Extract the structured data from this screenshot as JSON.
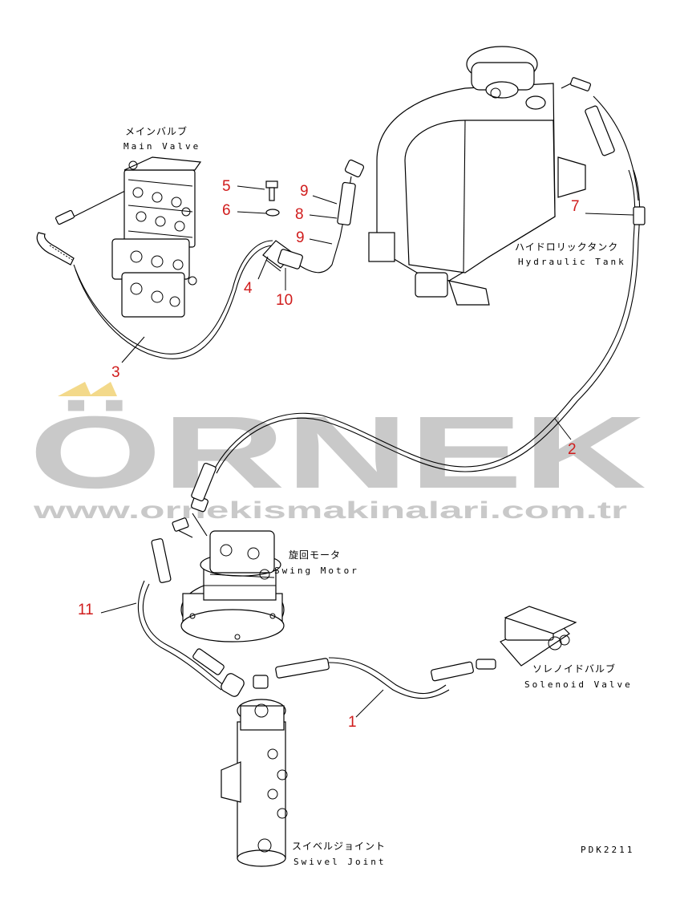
{
  "components": {
    "main_valve": {
      "jp": "メインバルブ",
      "en": "Main Valve"
    },
    "hydraulic_tank": {
      "jp": "ハイドロリックタンク",
      "en": "Hydraulic Tank"
    },
    "swing_motor": {
      "jp": "旋回モータ",
      "en": "Swing Motor"
    },
    "solenoid_valve": {
      "jp": "ソレノイドバルブ",
      "en": "Solenoid Valve"
    },
    "swivel_joint": {
      "jp": "スイベルジョイント",
      "en": "Swivel Joint"
    }
  },
  "callouts": [
    "1",
    "2",
    "3",
    "4",
    "5",
    "6",
    "7",
    "8",
    "9",
    "9",
    "10",
    "11"
  ],
  "drawing_code": "PDK2211",
  "watermark": {
    "brand": "ÖRNEK",
    "url": "www.ornekismakinalari.com.tr"
  },
  "colors": {
    "callout": "#d01c1c",
    "watermark": "#c9c9c9",
    "watermark_accent": "#f3d98a"
  }
}
